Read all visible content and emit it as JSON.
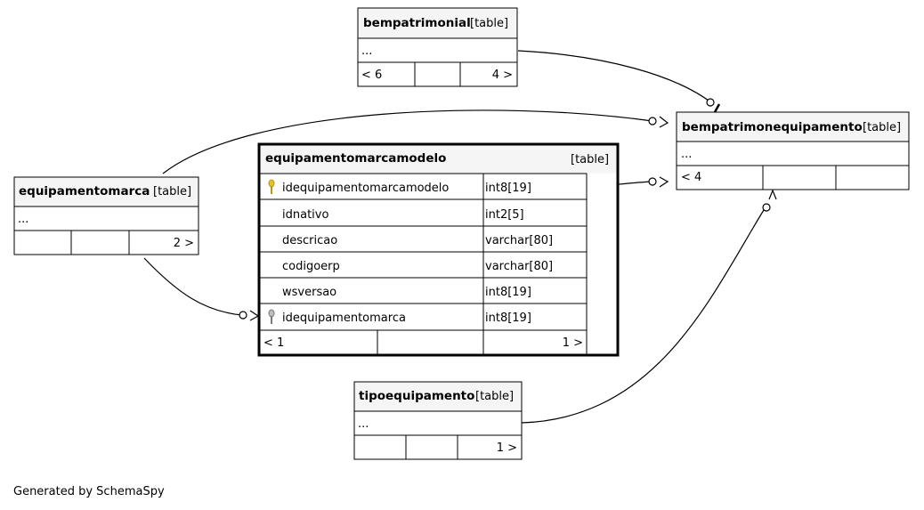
{
  "tables": {
    "bempatrimonial": {
      "name": "bempatrimonial",
      "kind": "[table]",
      "placeholder": "...",
      "footer": {
        "left": "< 6",
        "right": "4 >"
      }
    },
    "bempatrimonequipamento": {
      "name": "bempatrimonequipamento",
      "kind": "[table]",
      "placeholder": "...",
      "footer": {
        "left": "< 4",
        "right": ""
      }
    },
    "equipamentomarca": {
      "name": "equipamentomarca",
      "kind": "[table]",
      "placeholder": "...",
      "footer": {
        "left": "",
        "right": "2 >"
      }
    },
    "tipoequipamento": {
      "name": "tipoequipamento",
      "kind": "[table]",
      "placeholder": "...",
      "footer": {
        "left": "",
        "right": "1 >"
      }
    },
    "equipamentomarcamodelo": {
      "name": "equipamentomarcamodelo",
      "kind": "[table]",
      "columns": [
        {
          "name": "idequipamentomarcamodelo",
          "type": "int8[19]",
          "key": "primary"
        },
        {
          "name": "idnativo",
          "type": "int2[5]",
          "key": "none"
        },
        {
          "name": "descricao",
          "type": "varchar[80]",
          "key": "none"
        },
        {
          "name": "codigoerp",
          "type": "varchar[80]",
          "key": "none"
        },
        {
          "name": "wsversao",
          "type": "int8[19]",
          "key": "none"
        },
        {
          "name": "idequipamentomarca",
          "type": "int8[19]",
          "key": "foreign"
        }
      ],
      "footer": {
        "left": "< 1",
        "right": "1 >"
      }
    }
  },
  "footer_note": "Generated by SchemaSpy",
  "colors": {
    "header_bg": "#f5f5f5",
    "border": "#000000",
    "pk_key": "#e8c12a",
    "fk_key": "#9a9a9a"
  }
}
